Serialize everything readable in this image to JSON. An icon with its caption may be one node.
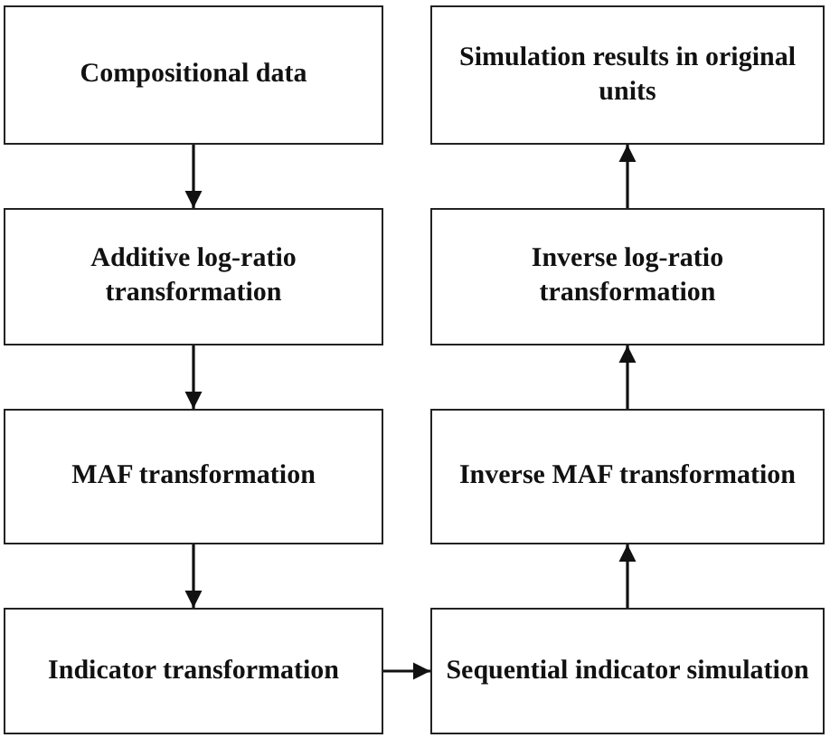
{
  "diagram": {
    "nodes": [
      {
        "text": [
          "Compositional data"
        ]
      },
      {
        "text": [
          "Additive log-ratio transformation"
        ]
      },
      {
        "text": [
          "MAF transformation"
        ]
      },
      {
        "text": [
          "Indicator transformation"
        ]
      },
      {
        "text": [
          "Sequential indicator simulation"
        ]
      },
      {
        "text": [
          "Inverse MAF transformation"
        ]
      },
      {
        "text": [
          "Inverse log-ratio transformation"
        ]
      },
      {
        "text": [
          "Simulation results in original units"
        ]
      }
    ],
    "edges": [
      {
        "from": 0,
        "to": 1,
        "arrow": "to"
      },
      {
        "from": 1,
        "to": 2,
        "arrow": "to"
      },
      {
        "from": 2,
        "to": 3,
        "arrow": "to"
      },
      {
        "from": 3,
        "to": 4,
        "arrow": "to"
      },
      {
        "from": 4,
        "to": 5,
        "arrow": "to"
      },
      {
        "from": 5,
        "to": 6,
        "arrow": "to"
      },
      {
        "from": 6,
        "to": 7,
        "arrow": "to"
      }
    ]
  }
}
